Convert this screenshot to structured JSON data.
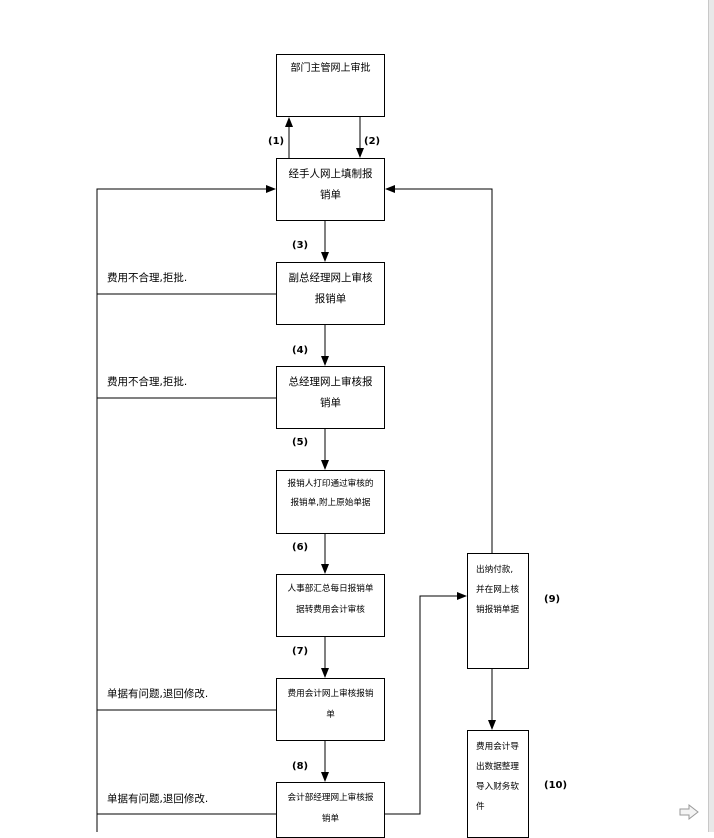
{
  "flowchart": {
    "nodes": {
      "dept_manager_approve": "部门主管网上审批",
      "handler_fill": "经手人网上填制报销单",
      "vice_gm_review": "副总经理网上审核报销单",
      "gm_review": "总经理网上审核报销单",
      "print_attach": "报销人打印通过审核的报销单,附上原始单据",
      "hr_summary": "人事部汇总每日报销单据转费用会计审核",
      "expense_accountant_review": "费用会计网上审核报销单",
      "finance_manager_review": "会计部经理网上审核报销单",
      "cashier_pay": "出纳付款,并在网上核销报销单据",
      "export_data": "费用会计导出数据整理导入财务软件"
    },
    "step_labels": {
      "s1": "(1)",
      "s2": "(2)",
      "s3": "(3)",
      "s4": "(4)",
      "s5": "(5)",
      "s6": "(6)",
      "s7": "(7)",
      "s8": "(8)",
      "s9": "(9)",
      "s10": "(10)"
    },
    "reject_labels": {
      "vice_gm": "费用不合理,拒批.",
      "gm": "费用不合理,拒批.",
      "expense_accountant": "单据有问题,退回修改.",
      "finance_manager": "单据有问题,退回修改."
    }
  },
  "colors": {
    "line": "#000000",
    "page_background": "#ffffff",
    "scrollbar_strip": "#e8e8e8"
  },
  "icons": {
    "next_page": "arrow-right-icon"
  }
}
